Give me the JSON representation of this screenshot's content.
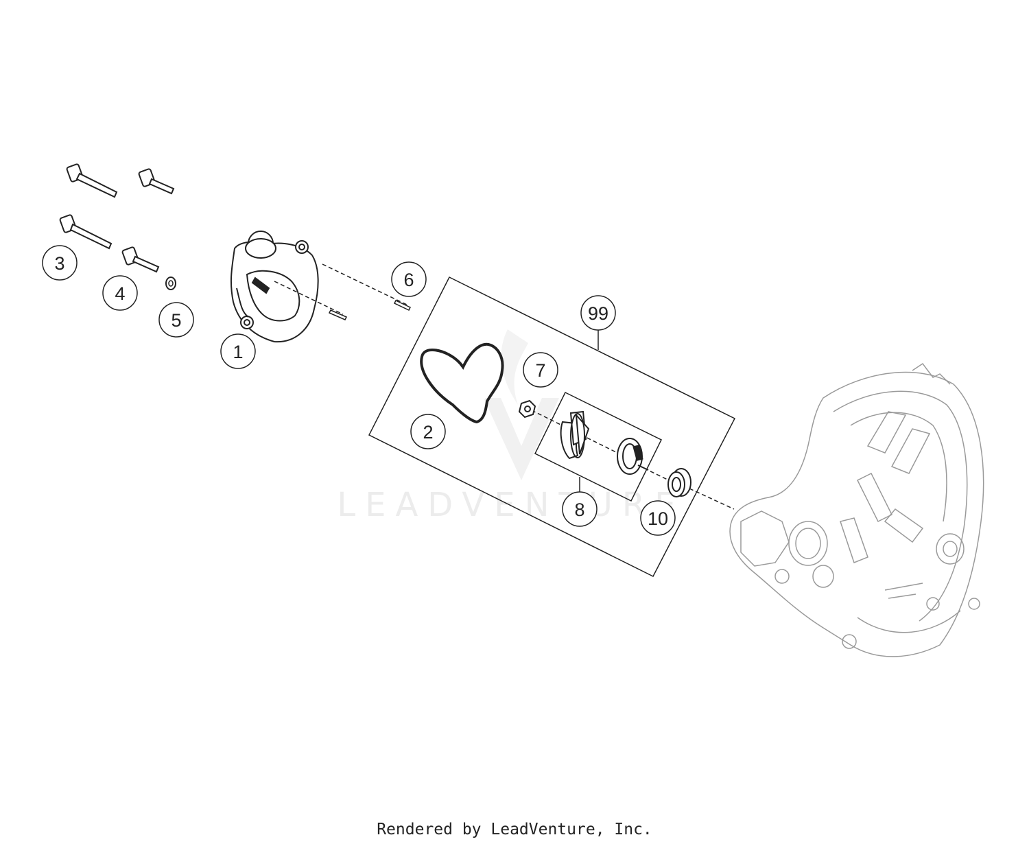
{
  "callouts": {
    "c1": "1",
    "c2": "2",
    "c3": "3",
    "c4": "4",
    "c5": "5",
    "c6": "6",
    "c7": "7",
    "c8": "8",
    "c10": "10",
    "c99": "99"
  },
  "watermark": "LEADVENTURE",
  "footer": "Rendered by LeadVenture, Inc.",
  "colors": {
    "line": "#222222",
    "light_line": "#9a9a9a",
    "watermark": "#ececec"
  }
}
